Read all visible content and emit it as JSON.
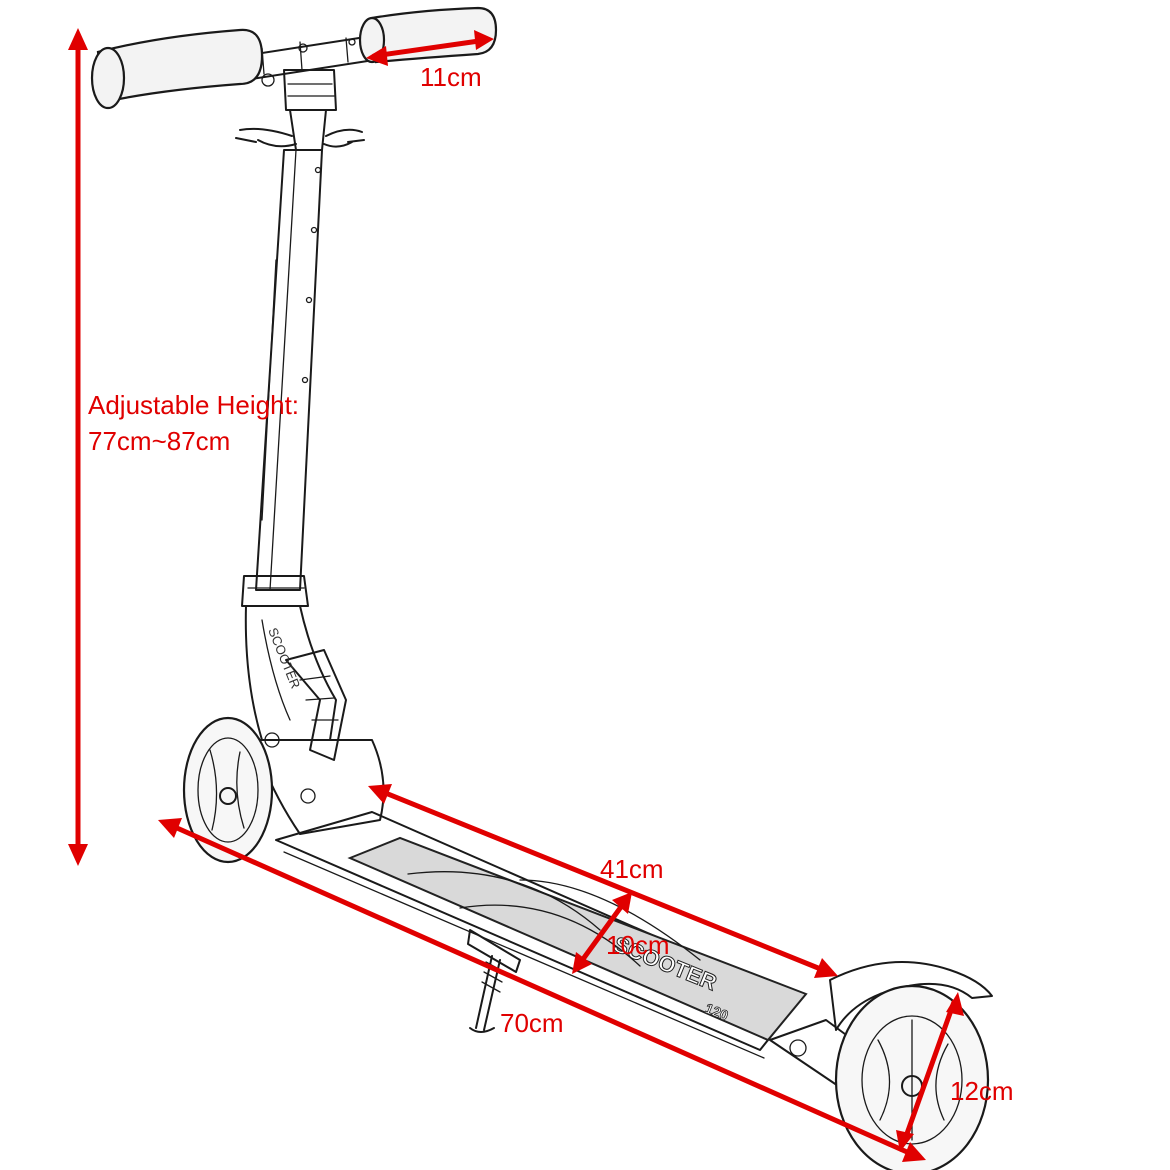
{
  "colors": {
    "dimension": "#e00000",
    "sketch": "#1a1a1a"
  },
  "labels": {
    "handle_grip": "11cm",
    "height_line1": "Adjustable Height:",
    "height_line2": "77cm~87cm",
    "deck_length": "41cm",
    "deck_width": "10cm",
    "total_length": "70cm",
    "wheel_diameter": "12cm",
    "deck_print": "SCOOTER",
    "stem_print": "SCOOTER",
    "model_print": "120"
  }
}
